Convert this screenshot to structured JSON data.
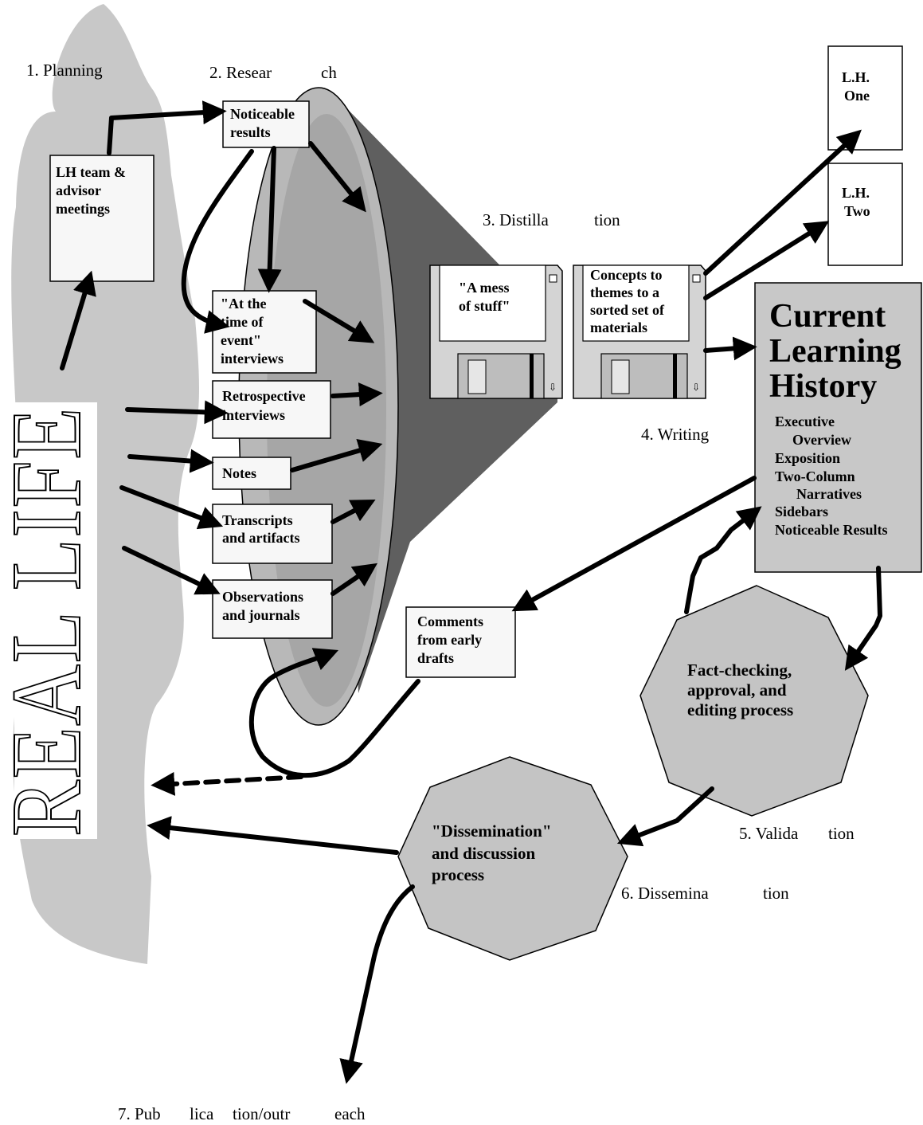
{
  "steps": {
    "planning": "1.  Planning",
    "research_a": "2.  Resear",
    "research_b": "ch",
    "distillation_a": "3.  Distilla",
    "distillation_b": "tion",
    "writing": "4.  Writing",
    "validation_a": "5.  Valida",
    "validation_b": "tion",
    "dissemination_a": "6.  Dissemina",
    "dissemination_b": "tion",
    "publication_a": "7.  Pub",
    "publication_b": "lica",
    "publication_c": "tion/outr",
    "publication_d": "each"
  },
  "real_life": "REAL LIFE",
  "planning_box": [
    "LH team &",
    "advisor",
    "meetings"
  ],
  "research_boxes": {
    "noticeable": [
      "Noticeable",
      "results"
    ],
    "time_of_event": [
      "\"At the",
      "time of",
      "event\"",
      "interviews"
    ],
    "retrospective": [
      "Retrospective",
      "interviews"
    ],
    "notes": [
      "Notes"
    ],
    "transcripts": [
      "Transcripts",
      "and artifacts"
    ],
    "observations": [
      "Observations",
      "and journals"
    ]
  },
  "disks": {
    "mess": [
      "\"A mess",
      "of stuff\""
    ],
    "concepts": [
      "Concepts to",
      "themes to a",
      "sorted set of",
      "materials"
    ]
  },
  "lh_docs": {
    "one": [
      "L.H.",
      "One"
    ],
    "two": [
      "L.H.",
      "Two"
    ]
  },
  "current_history": {
    "title": [
      "Current",
      "Learning",
      "History"
    ],
    "items": [
      "Executive",
      "Overview",
      "Exposition",
      "Two-Column",
      "Narratives",
      "Sidebars",
      "Noticeable Results"
    ]
  },
  "comments_box": [
    "Comments",
    "from early",
    "drafts"
  ],
  "fact_check": [
    "Fact-checking,",
    "approval, and",
    "editing process"
  ],
  "dissemination_oct": [
    "\"Dissemination\"",
    "and discussion",
    "process"
  ],
  "colors": {
    "cloud": "#c8c8c8",
    "funnel_outer": "#b8b8b8",
    "funnel_inner": "#a6a6a6",
    "funnel_dark": "#5f5f5f",
    "octagon": "#c4c4c4",
    "history_box": "#c8c8c8",
    "box_fill": "#f7f7f7"
  }
}
